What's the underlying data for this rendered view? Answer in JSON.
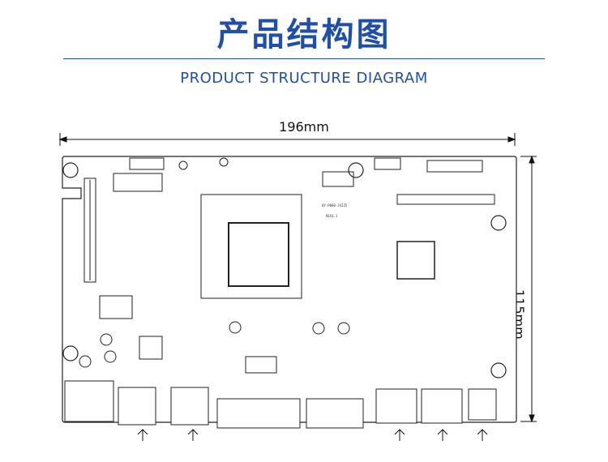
{
  "title_cn": "产品结构图",
  "title_en": "PRODUCT STRUCTURE DIAGRAM",
  "dimensions": {
    "width": "196mm",
    "height": "115mm"
  },
  "board_labels": {
    "model": "QY-P000-J4125",
    "revision": "REV1.1"
  },
  "colors": {
    "title": "#1f4fa8",
    "line": "#111111"
  },
  "icons": [
    "mounting-hole-icon",
    "arrow-up-icon"
  ]
}
